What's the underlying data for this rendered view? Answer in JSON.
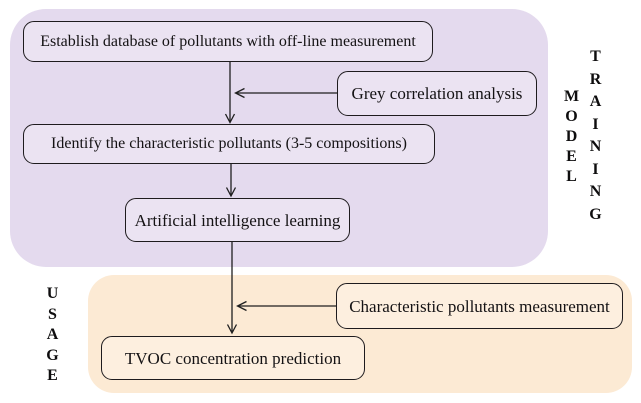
{
  "diagram": {
    "nodes": {
      "establish": {
        "label": "Establish database of pollutants with off-line measurement"
      },
      "grey": {
        "label": "Grey correlation analysis"
      },
      "identify": {
        "label": "Identify the characteristic pollutants (3-5 compositions)"
      },
      "ai": {
        "label": "Artificial intelligence learning"
      },
      "characteristic": {
        "label": "Characteristic pollutants measurement"
      },
      "tvoc": {
        "label": "TVOC concentration prediction"
      }
    },
    "section_labels": {
      "model": "MODEL",
      "training": "TRAINING",
      "usage": "USAGE"
    },
    "colors": {
      "training_section_bg": "#E4DAEE",
      "usage_section_bg": "#FCEAD4",
      "node_border": "#1E1B1E",
      "node_text": "#141214",
      "arrow": "#1F1F1F",
      "page_bg": "#FFFFFF"
    }
  }
}
